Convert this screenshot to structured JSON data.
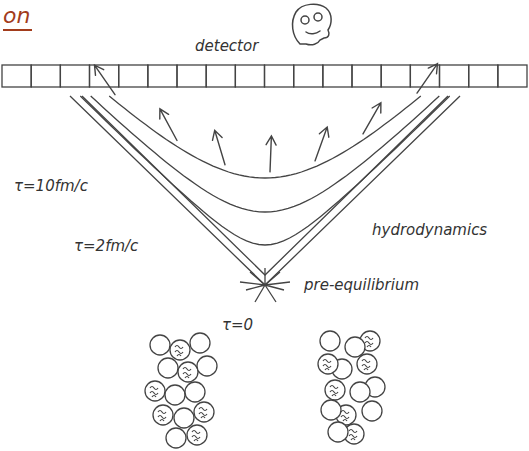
{
  "diagram": {
    "title": "on",
    "labels": [
      "detector",
      "τ=10fm/c",
      "hydrodynamics",
      "τ=2fm/c",
      "pre-equilibrium",
      "τ=0"
    ]
  }
}
